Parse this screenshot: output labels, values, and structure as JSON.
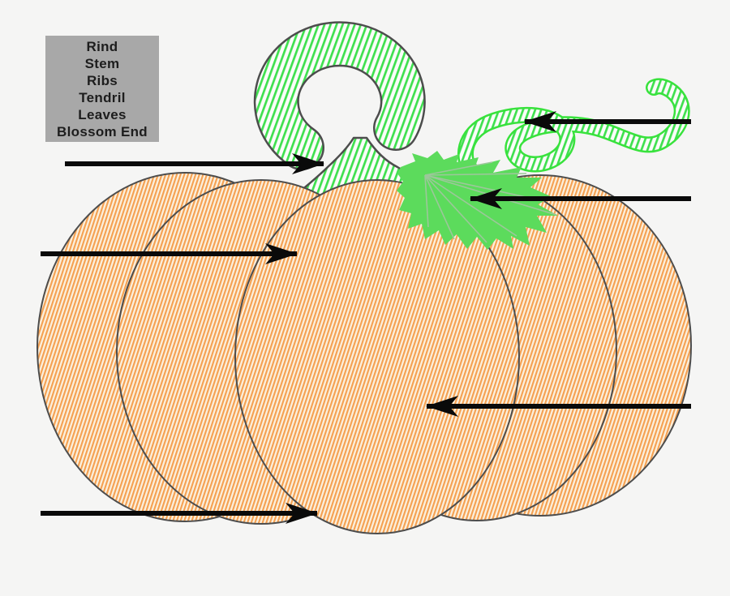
{
  "word_bank": {
    "items": [
      "Rind",
      "Stem",
      "Ribs",
      "Tendril",
      "Leaves",
      "Blossom End"
    ]
  },
  "diagram": {
    "subject": "pumpkin labeling worksheet",
    "arrows": [
      {
        "from": "left",
        "points_to": "stem"
      },
      {
        "from": "right",
        "points_to": "tendril"
      },
      {
        "from": "right",
        "points_to": "leaves"
      },
      {
        "from": "left",
        "points_to": "ribs"
      },
      {
        "from": "right",
        "points_to": "rind"
      },
      {
        "from": "left",
        "points_to": "blossom end"
      }
    ]
  },
  "colors": {
    "background": "#F5F5F4",
    "word_bank_bg": "#A8A8A8",
    "word_bank_text": "#1D1D1D",
    "pumpkin_hatch_orange": "#F5A050",
    "pumpkin_hatch_base": "#FBF0DE",
    "outline_gray": "#4D4D4D",
    "stem_hatch_green": "#3FE04F",
    "tendril_green": "#38E23C",
    "leaf_green": "#5CDB5C",
    "leaf_vein": "#9CC79A",
    "arrow_black": "#0A0A0A"
  }
}
